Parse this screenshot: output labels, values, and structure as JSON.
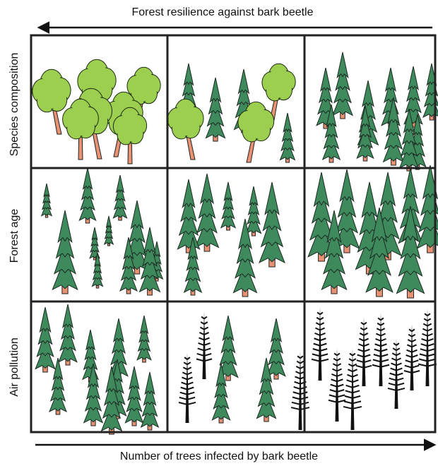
{
  "top_axis": {
    "label": "Forest resilience against bark beetle",
    "direction": "left"
  },
  "bottom_axis": {
    "label": "Number of trees infected by bark beetle",
    "direction": "right"
  },
  "rows": [
    {
      "label": "Species composition"
    },
    {
      "label": "Forest age"
    },
    {
      "label": "Air pollution"
    }
  ],
  "colors": {
    "spruce": "#3e8a5c",
    "deciduous": "#9ccf4f",
    "trunk": "#e79272",
    "dead_tree": "#111111",
    "grid": "#222222"
  },
  "cells": [
    {
      "row": 0,
      "col": 0,
      "content": "mixed deciduous forest"
    },
    {
      "row": 0,
      "col": 1,
      "content": "spruce and deciduous mix"
    },
    {
      "row": 0,
      "col": 2,
      "content": "pure spruce stand"
    },
    {
      "row": 1,
      "col": 0,
      "content": "young uneven-aged spruce"
    },
    {
      "row": 1,
      "col": 1,
      "content": "medium-aged spruce"
    },
    {
      "row": 1,
      "col": 2,
      "content": "old dense spruce"
    },
    {
      "row": 2,
      "col": 0,
      "content": "healthy spruce"
    },
    {
      "row": 2,
      "col": 1,
      "content": "partly dead spruce"
    },
    {
      "row": 2,
      "col": 2,
      "content": "dead spruce"
    }
  ]
}
